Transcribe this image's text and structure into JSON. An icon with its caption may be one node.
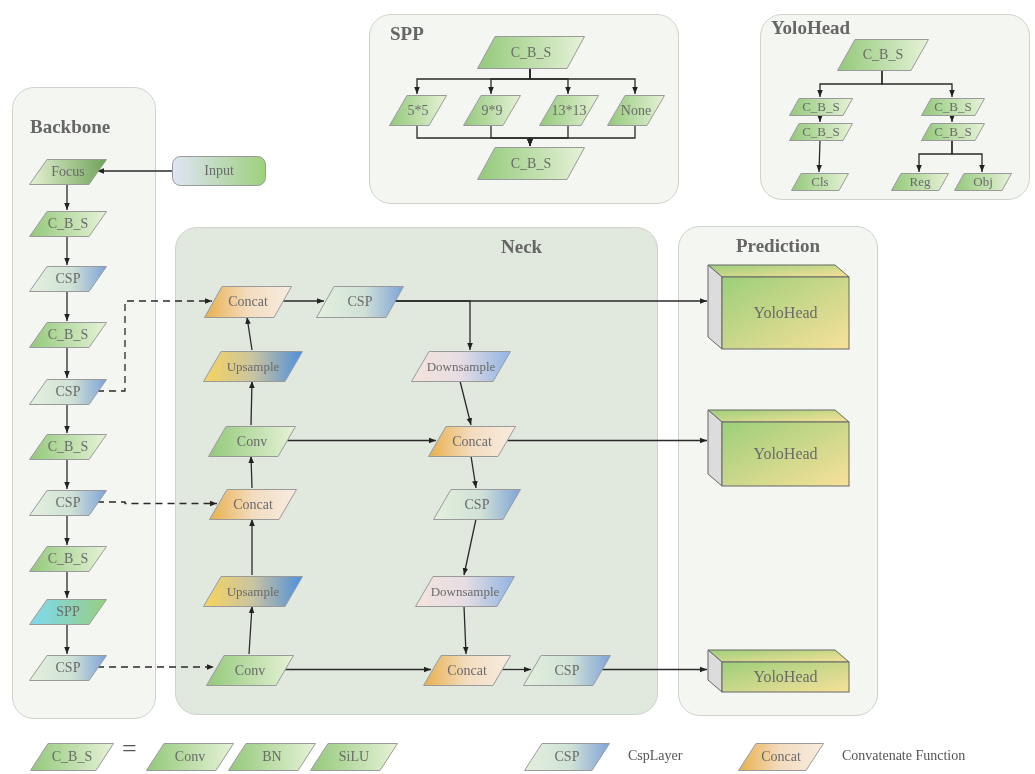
{
  "diagram": {
    "nodes": [
      {
        "text": [
          "Backbone"
        ]
      },
      {
        "text": [
          "Focus"
        ],
        "in": 0
      },
      {
        "text": [
          "C_B_S"
        ],
        "in": 0
      },
      {
        "text": [
          "CSP"
        ],
        "in": 0
      },
      {
        "text": [
          "C_B_S"
        ],
        "in": 0
      },
      {
        "text": [
          "CSP"
        ],
        "in": 0
      },
      {
        "text": [
          "C_B_S"
        ],
        "in": 0
      },
      {
        "text": [
          "CSP"
        ],
        "in": 0
      },
      {
        "text": [
          "C_B_S"
        ],
        "in": 0
      },
      {
        "text": [
          "SPP"
        ],
        "in": 0
      },
      {
        "text": [
          "CSP"
        ],
        "in": 0
      },
      {
        "text": [
          "Input"
        ]
      },
      {
        "text": [
          "Neck"
        ]
      },
      {
        "text": [
          "Concat"
        ],
        "in": 12
      },
      {
        "text": [
          "CSP"
        ],
        "in": 12
      },
      {
        "text": [
          "Upsample"
        ],
        "in": 12
      },
      {
        "text": [
          "Downsample"
        ],
        "in": 12
      },
      {
        "text": [
          "Conv"
        ],
        "in": 12
      },
      {
        "text": [
          "Concat"
        ],
        "in": 12
      },
      {
        "text": [
          "Concat"
        ],
        "in": 12
      },
      {
        "text": [
          "CSP"
        ],
        "in": 12
      },
      {
        "text": [
          "Upsample"
        ],
        "in": 12
      },
      {
        "text": [
          "Downsample"
        ],
        "in": 12
      },
      {
        "text": [
          "Conv"
        ],
        "in": 12
      },
      {
        "text": [
          "Concat"
        ],
        "in": 12
      },
      {
        "text": [
          "CSP"
        ],
        "in": 12
      },
      {
        "text": [
          "Prediction"
        ]
      },
      {
        "text": [
          "YoloHead"
        ],
        "in": 26
      },
      {
        "text": [
          "YoloHead"
        ],
        "in": 26
      },
      {
        "text": [
          "YoloHead"
        ],
        "in": 26
      },
      {
        "text": [
          "SPP"
        ]
      },
      {
        "text": [
          "C_B_S"
        ],
        "in": 30
      },
      {
        "text": [
          "5*5"
        ],
        "in": 30
      },
      {
        "text": [
          "9*9"
        ],
        "in": 30
      },
      {
        "text": [
          "13*13"
        ],
        "in": 30
      },
      {
        "text": [
          "None"
        ],
        "in": 30
      },
      {
        "text": [
          "C_B_S"
        ],
        "in": 30
      },
      {
        "text": [
          "YoloHead"
        ]
      },
      {
        "text": [
          "C_B_S"
        ],
        "in": 37
      },
      {
        "text": [
          "C_B_S"
        ],
        "in": 37
      },
      {
        "text": [
          "C_B_S"
        ],
        "in": 37
      },
      {
        "text": [
          "Cls"
        ],
        "in": 37
      },
      {
        "text": [
          "C_B_S"
        ],
        "in": 37
      },
      {
        "text": [
          "C_B_S"
        ],
        "in": 37
      },
      {
        "text": [
          "Reg"
        ],
        "in": 37
      },
      {
        "text": [
          "Obj"
        ],
        "in": 37
      },
      {
        "text": [
          "C_B_S"
        ]
      },
      {
        "text": [
          "Conv"
        ]
      },
      {
        "text": [
          "BN"
        ]
      },
      {
        "text": [
          "SiLU"
        ]
      },
      {
        "text": [
          "CSP"
        ],
        "beside": [
          "CspLayer"
        ]
      },
      {
        "text": [
          "Concat"
        ],
        "beside": [
          "Convatenate Function"
        ]
      }
    ],
    "edges": [
      {
        "from": 11,
        "to": 1,
        "arrow": "to"
      },
      {
        "from": 1,
        "to": 2,
        "arrow": "to"
      },
      {
        "from": 2,
        "to": 3,
        "arrow": "to"
      },
      {
        "from": 3,
        "to": 4,
        "arrow": "to"
      },
      {
        "from": 4,
        "to": 5,
        "arrow": "to"
      },
      {
        "from": 5,
        "to": 6,
        "arrow": "to"
      },
      {
        "from": 6,
        "to": 7,
        "arrow": "to"
      },
      {
        "from": 7,
        "to": 8,
        "arrow": "to"
      },
      {
        "from": 8,
        "to": 9,
        "arrow": "to"
      },
      {
        "from": 9,
        "to": 10,
        "arrow": "to"
      },
      {
        "from": 5,
        "to": 13,
        "arrow": "to",
        "style": "dashed"
      },
      {
        "from": 7,
        "to": 19,
        "arrow": "to",
        "style": "dashed"
      },
      {
        "from": 10,
        "to": 23,
        "arrow": "to",
        "style": "dashed"
      },
      {
        "from": 13,
        "to": 14,
        "arrow": "to"
      },
      {
        "from": 15,
        "to": 13,
        "arrow": "to"
      },
      {
        "from": 17,
        "to": 15,
        "arrow": "to"
      },
      {
        "from": 19,
        "to": 17,
        "arrow": "to"
      },
      {
        "from": 21,
        "to": 19,
        "arrow": "to"
      },
      {
        "from": 23,
        "to": 21,
        "arrow": "to"
      },
      {
        "from": 14,
        "to": 27,
        "arrow": "to"
      },
      {
        "from": 14,
        "to": 16,
        "arrow": "to"
      },
      {
        "from": 16,
        "to": 18,
        "arrow": "to"
      },
      {
        "from": 17,
        "to": 18,
        "arrow": "to"
      },
      {
        "from": 18,
        "to": 28,
        "arrow": "to"
      },
      {
        "from": 18,
        "to": 20,
        "arrow": "to"
      },
      {
        "from": 20,
        "to": 22,
        "arrow": "to"
      },
      {
        "from": 22,
        "to": 24,
        "arrow": "to"
      },
      {
        "from": 23,
        "to": 24,
        "arrow": "to"
      },
      {
        "from": 24,
        "to": 25,
        "arrow": "to"
      },
      {
        "from": 25,
        "to": 29,
        "arrow": "to"
      },
      {
        "from": 31,
        "to": 32,
        "arrow": "to"
      },
      {
        "from": 31,
        "to": 33,
        "arrow": "to"
      },
      {
        "from": 31,
        "to": 34,
        "arrow": "to"
      },
      {
        "from": 31,
        "to": 35,
        "arrow": "to"
      },
      {
        "from": 32,
        "to": 36,
        "arrow": "to"
      },
      {
        "from": 33,
        "to": 36,
        "arrow": "to"
      },
      {
        "from": 34,
        "to": 36,
        "arrow": "to"
      },
      {
        "from": 35,
        "to": 36,
        "arrow": "to"
      },
      {
        "from": 38,
        "to": 39,
        "arrow": "to"
      },
      {
        "from": 38,
        "to": 42,
        "arrow": "to"
      },
      {
        "from": 39,
        "to": 40,
        "arrow": "to"
      },
      {
        "from": 40,
        "to": 41,
        "arrow": "to"
      },
      {
        "from": 42,
        "to": 43,
        "arrow": "to"
      },
      {
        "from": 43,
        "to": 44,
        "arrow": "to"
      },
      {
        "from": 43,
        "to": 45,
        "arrow": "to"
      }
    ],
    "labels": [
      "="
    ]
  }
}
